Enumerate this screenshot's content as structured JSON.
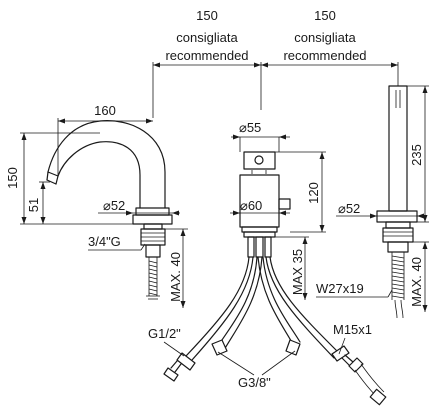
{
  "dimensions": {
    "spacing_left": "150",
    "spacing_right": "150",
    "spacing_note": "consigliata",
    "spacing_note_en": "recommended",
    "spout_reach": "160",
    "spout_height": "150",
    "spout_outlet_height": "51",
    "spout_base_diameter": "⌀52",
    "spout_thread": "3/4\"G",
    "spout_max_deck": "MAX. 40",
    "mixer_top_diameter": "⌀55",
    "mixer_height": "120",
    "mixer_base_diameter": "⌀60",
    "mixer_max_deck": "MAX 35",
    "shower_height": "235",
    "shower_base_diameter": "⌀52",
    "shower_thread": "W27x19",
    "shower_max_deck": "MAX. 40",
    "inlet_thread": "G1/2\"",
    "hose_thread": "G3/8\"",
    "hose_end_thread": "M15x1"
  }
}
